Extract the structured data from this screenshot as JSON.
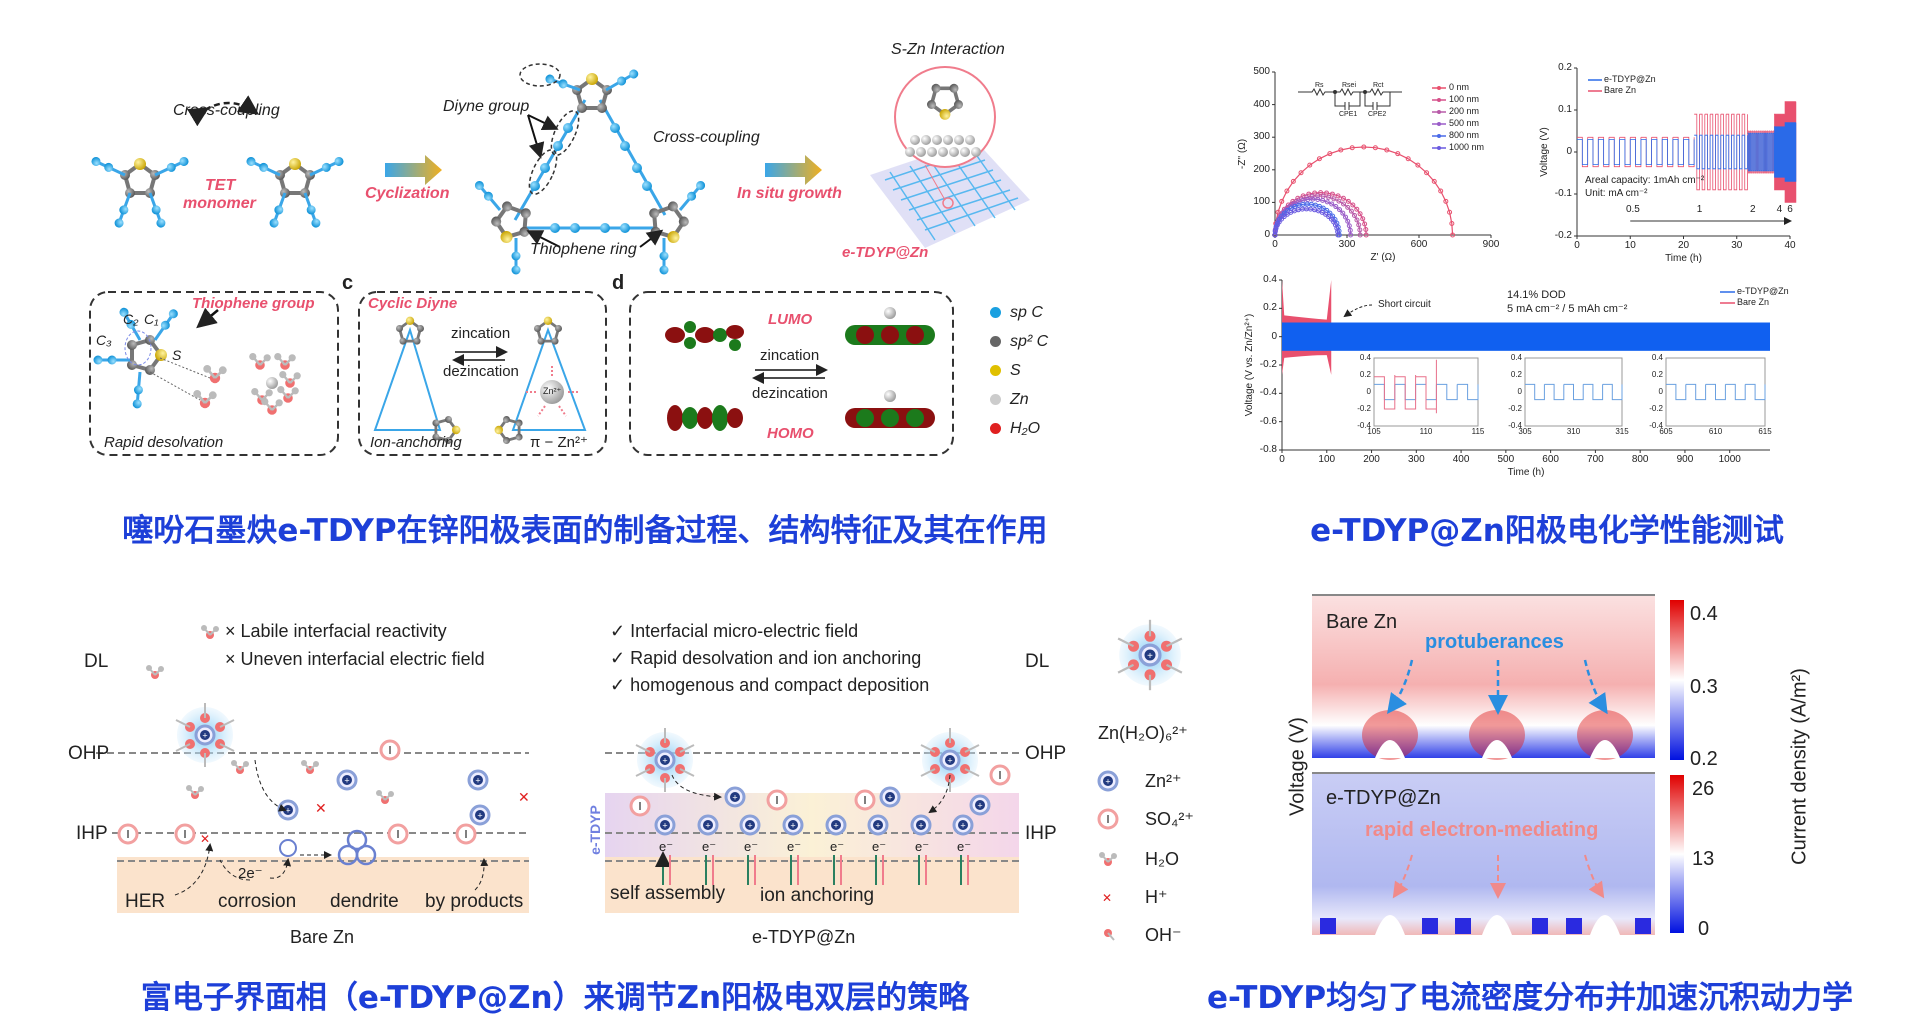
{
  "captions": {
    "top_left": "噻吩石墨炔e-TDYP在锌阳极表面的制备过程、结构特征及其在作用",
    "top_right": "e-TDYP@Zn阳极电化学性能测试",
    "bottom_left": "富电子界面相（e-TDYP@Zn）来调节Zn阳极电双层的策略",
    "bottom_right": "e-TDYP均匀了电流密度分布并加速沉积动力学"
  },
  "synthesis": {
    "cross_coupling_1": "Cross-coupling",
    "tet_monomer_1": "TET",
    "tet_monomer_2": "monomer",
    "cyclization": "Cyclization",
    "diyne_group": "Diyne group",
    "cross_coupling_2": "Cross-coupling",
    "thiophene_ring": "Thiophene ring",
    "in_situ_growth": "In situ growth",
    "s_zn_interaction": "S-Zn Interaction",
    "product": "e-TDYP@Zn"
  },
  "panel_b": {
    "title": "Thiophene group",
    "c1": "C₁",
    "c2": "C₂",
    "c3": "C₃",
    "s": "S",
    "footer": "Rapid desolvation"
  },
  "panel_c": {
    "letter": "c",
    "title": "Cyclic Diyne",
    "zincation": "zincation",
    "dezincation": "dezincation",
    "left": "Ion-anchoring",
    "right": "π − Zn²⁺",
    "zn": "Zn²⁺"
  },
  "panel_d": {
    "letter": "d",
    "lumo": "LUMO",
    "homo": "HOMO",
    "zincation": "zincation",
    "dezincation": "dezincation"
  },
  "atom_legend": [
    {
      "label": "sp C",
      "color": "#1aa0e0"
    },
    {
      "label": "sp² C",
      "color": "#666666"
    },
    {
      "label": "S",
      "color": "#e0c000"
    },
    {
      "label": "Zn",
      "color": "#cccccc"
    },
    {
      "label": "H₂O",
      "color": "#e02020"
    }
  ],
  "eis_chart": {
    "type": "line",
    "xlabel": "Z' (Ω)",
    "ylabel": "-Z'' (Ω)",
    "xlim": [
      0,
      900
    ],
    "ylim": [
      0,
      500
    ],
    "xticks": [
      "0",
      "300",
      "600",
      "900"
    ],
    "yticks": [
      "0",
      "100",
      "200",
      "300",
      "400",
      "500"
    ],
    "circuit": {
      "r1": "Rs",
      "r2": "Rsei",
      "r3": "Rct",
      "c1": "CPE1",
      "c2": "CPE2"
    },
    "series": [
      {
        "name": "0 nm",
        "diameter": 740,
        "peak": 270,
        "color": "#e8506e"
      },
      {
        "name": "100 nm",
        "diameter": 380,
        "peak": 130,
        "color": "#d6508a"
      },
      {
        "name": "200 nm",
        "diameter": 355,
        "peak": 120,
        "color": "#b85aa8"
      },
      {
        "name": "500 nm",
        "diameter": 315,
        "peak": 110,
        "color": "#9a5cc8"
      },
      {
        "name": "800 nm",
        "diameter": 268,
        "peak": 95,
        "color": "#4a6ae8"
      },
      {
        "name": "1000 nm",
        "diameter": 262,
        "peak": 80,
        "color": "#6a5ae0"
      }
    ]
  },
  "rate_chart": {
    "type": "line",
    "xlabel": "Time (h)",
    "ylabel": "Voltage (V)",
    "xlim": [
      0,
      40
    ],
    "ylim": [
      -0.2,
      0.2
    ],
    "xticks": [
      "0",
      "10",
      "20",
      "30",
      "40"
    ],
    "yticks": [
      "-0.2",
      "-0.1",
      "0",
      "0.1",
      "0.2"
    ],
    "legend": [
      {
        "name": "e-TDYP@Zn",
        "color": "#2a6ae8"
      },
      {
        "name": "Bare Zn",
        "color": "#e8506e"
      }
    ],
    "note1": "Areal capacity: 1mAh cm⁻²",
    "note2": "Unit: mA cm⁻²",
    "stages": [
      {
        "label": "0.5",
        "start": 0,
        "end": 22,
        "period": 2,
        "etdyp": 0.03,
        "bare": 0.035
      },
      {
        "label": "1",
        "start": 22,
        "end": 32,
        "period": 1,
        "etdyp": 0.04,
        "bare": 0.09
      },
      {
        "label": "2",
        "start": 32,
        "end": 37,
        "period": 0.4,
        "etdyp": 0.045,
        "bare": 0.05
      },
      {
        "label": "4",
        "start": 37,
        "end": 39,
        "period": 0.2,
        "etdyp": 0.06,
        "bare": 0.09
      },
      {
        "label": "6",
        "start": 39,
        "end": 41,
        "period": 0.15,
        "etdyp": 0.07,
        "bare": 0.12
      }
    ]
  },
  "cycling_chart": {
    "type": "line",
    "xlabel": "Time (h)",
    "ylabel": "Voltage (V vs. Zn/Zn²⁺)",
    "xlim": [
      0,
      1090
    ],
    "ylim": [
      -0.8,
      0.4
    ],
    "xticks": [
      "0",
      "100",
      "200",
      "300",
      "400",
      "500",
      "600",
      "700",
      "800",
      "900",
      "1000"
    ],
    "yticks": [
      "-0.8",
      "-0.6",
      "-0.4",
      "-0.2",
      "0",
      "0.2",
      "0.4"
    ],
    "legend": [
      {
        "name": "e-TDYP@Zn",
        "color": "#2a6ae8"
      },
      {
        "name": "Bare Zn",
        "color": "#e8506e"
      }
    ],
    "short_circuit": "Short circuit",
    "dod": "14.1% DOD",
    "rate": "5 mA cm⁻² / 5 mAh cm⁻²",
    "etdyp_amplitude": 0.1,
    "etdyp_end": 1090,
    "bare_amplitude": 0.13,
    "bare_end": 110,
    "insets": [
      {
        "xticks": [
          "105",
          "110",
          "115"
        ],
        "yticks": [
          "0.4",
          "0.2",
          "0",
          "-0.2",
          "-0.4"
        ],
        "bare_until": 111.5
      },
      {
        "xticks": [
          "305",
          "310",
          "315"
        ],
        "yticks": [
          "0.4",
          "0.2",
          "0",
          "-0.2",
          "-0.4"
        ],
        "bare_until": 0
      },
      {
        "xticks": [
          "605",
          "610",
          "615"
        ],
        "yticks": [
          "0.4",
          "0.2",
          "0",
          "-0.2",
          "-0.4"
        ],
        "bare_until": 0
      }
    ]
  },
  "edl": {
    "bare": {
      "cons": [
        "× Labile interfacial reactivity",
        "× Uneven interfacial electric field"
      ],
      "dl": "DL",
      "ohp": "OHP",
      "ihp": "IHP",
      "two_e": "2e⁻",
      "labels": [
        "HER",
        "corrosion",
        "dendrite",
        "by products"
      ],
      "title": "Bare Zn"
    },
    "coated": {
      "pros": [
        "✓ Interfacial micro-electric field",
        "✓ Rapid desolvation and ion anchoring",
        "✓ homogenous and compact deposition"
      ],
      "dl": "DL",
      "ohp": "OHP",
      "ihp": "IHP",
      "layer": "e-TDYP",
      "electron": "e⁻",
      "labels": [
        "self assembly",
        "ion anchoring"
      ],
      "title": "e-TDYP@Zn"
    },
    "legend": {
      "complex": "Zn(H₂O)₆²⁺",
      "items": [
        "Zn²⁺",
        "SO₄²⁺",
        "H₂O",
        "H⁺",
        "OH⁻"
      ]
    }
  },
  "simulation": {
    "top_label": "Bare Zn",
    "top_note": "protuberances",
    "bottom_label": "e-TDYP@Zn",
    "bottom_note": "rapid electron-mediating",
    "ylabel": "Voltage (V)",
    "cbar_label": "Current density (A/m²)",
    "cbar_top": [
      "0.4",
      "0.3",
      "0.2"
    ],
    "cbar_bottom": [
      "26",
      "13",
      "0"
    ]
  }
}
